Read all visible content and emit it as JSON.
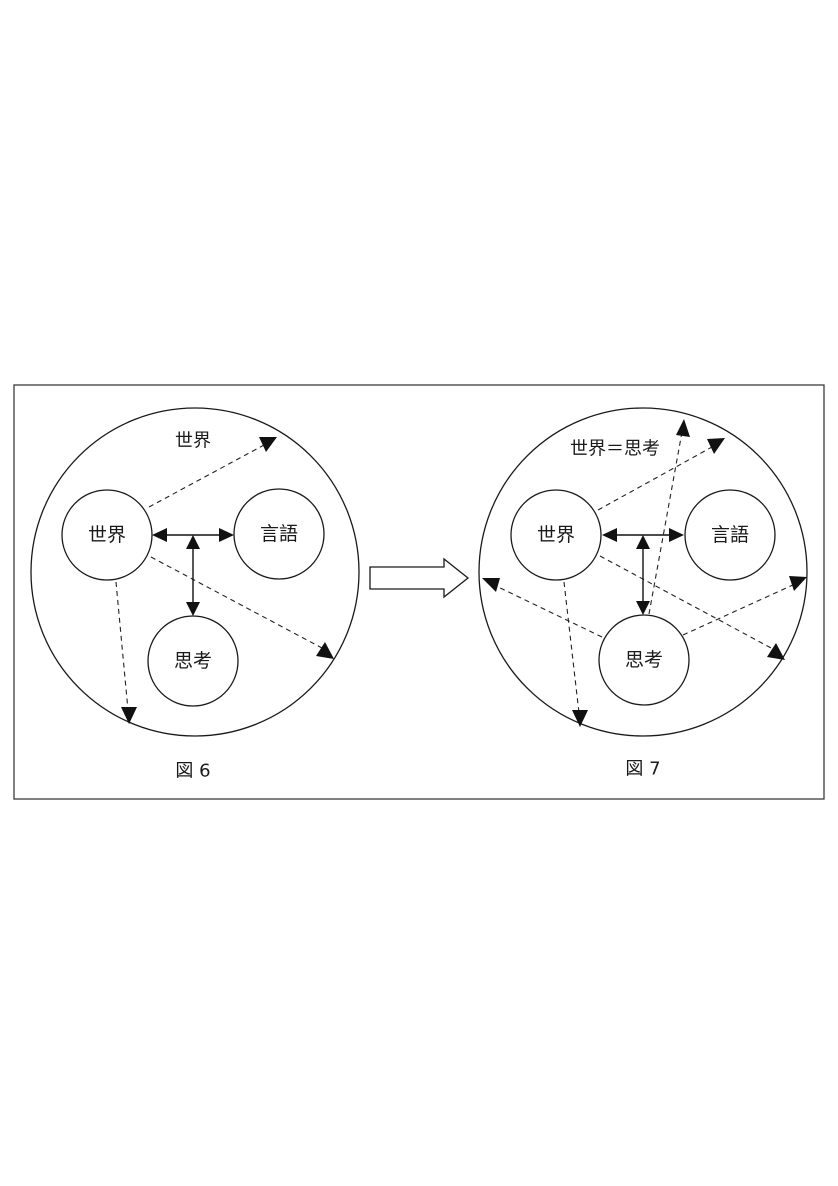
{
  "figures": [
    {
      "caption": "図 6",
      "outer_label": "世界",
      "nodes": {
        "world": "世界",
        "language": "言語",
        "thought": "思考"
      }
    },
    {
      "caption": "図 7",
      "outer_label": "世界＝思考",
      "nodes": {
        "world": "世界",
        "language": "言語",
        "thought": "思考"
      }
    }
  ],
  "transition": "right-arrow"
}
